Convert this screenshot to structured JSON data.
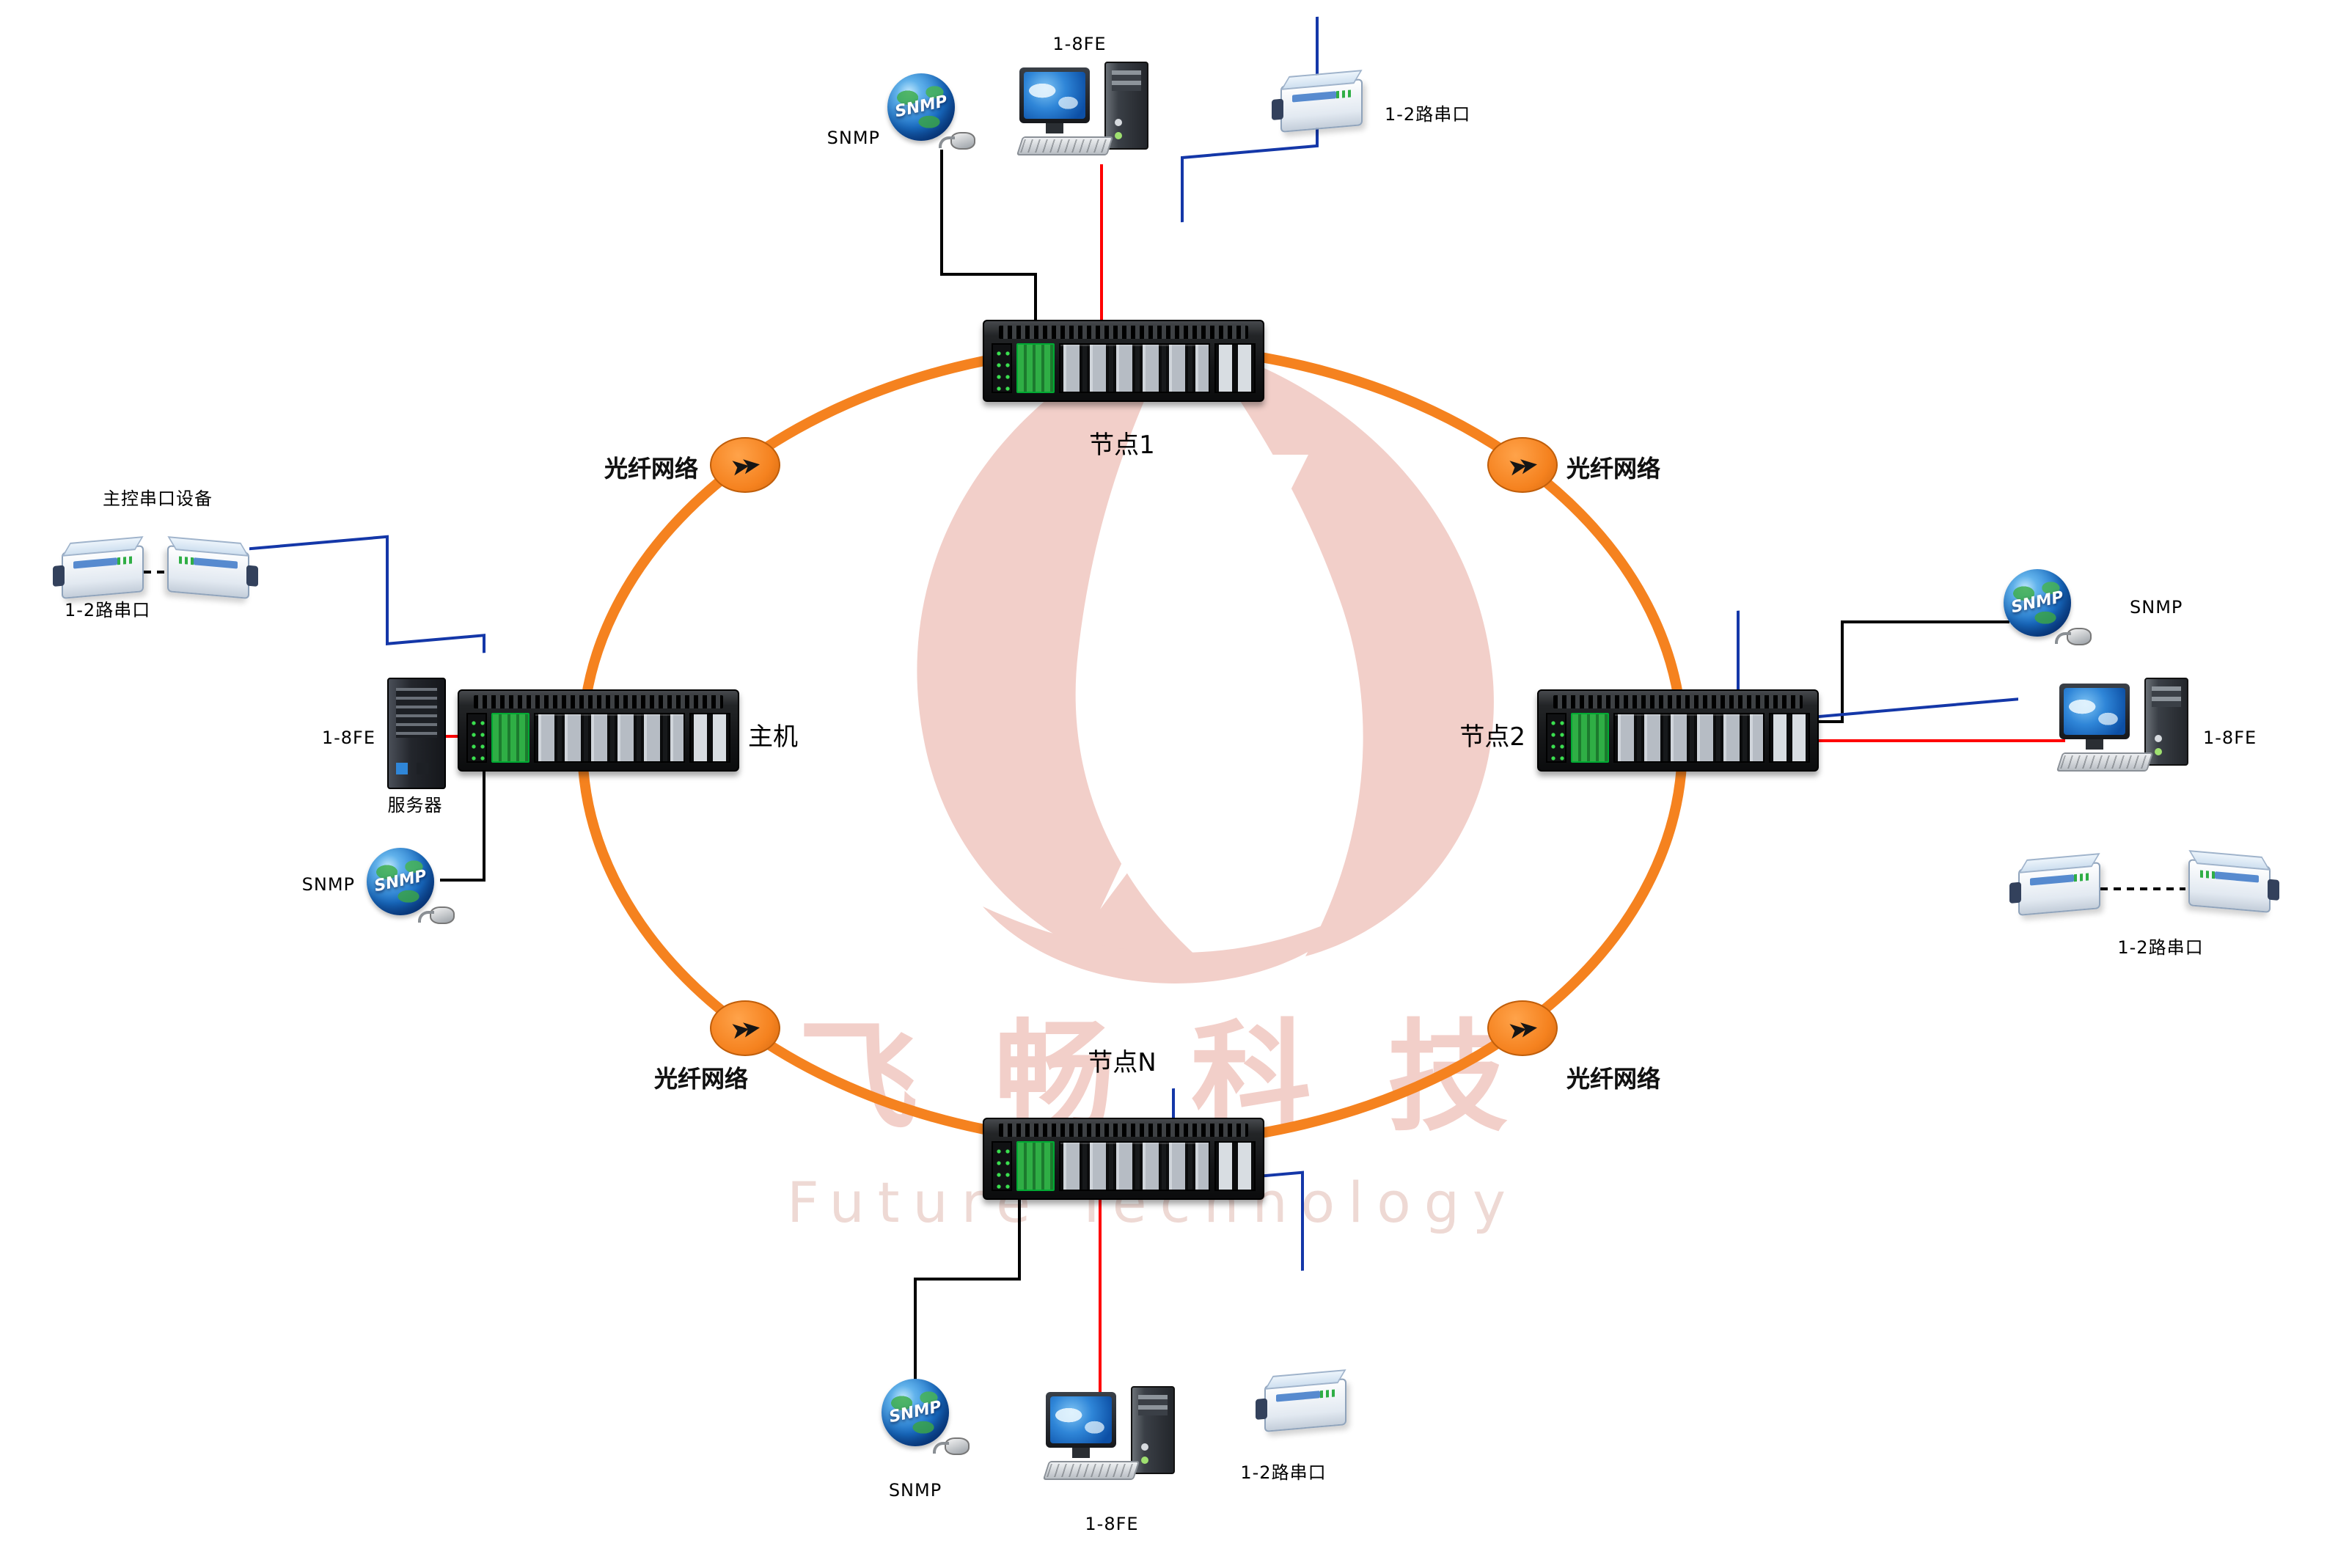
{
  "colors": {
    "ring": "#F5821F",
    "line_snmp": "#000000",
    "line_fe": "#FF0000",
    "line_serial": "#1437A8",
    "watermark": "#F2CFC9"
  },
  "watermark": {
    "brand": "飞畅科技",
    "subtitle": "Future Technology"
  },
  "labels": {
    "fiber": "光纤网络",
    "globe": "SNMP"
  },
  "icons": {
    "fiber_arrows": "➤➤"
  },
  "nodes": {
    "top": "节点1",
    "right": "节点2",
    "bottom": "节点N",
    "left": "主机"
  },
  "top_group": {
    "snmp": "SNMP",
    "fe": "1-8FE",
    "serial": "1-2路串口"
  },
  "right_group": {
    "snmp": "SNMP",
    "fe": "1-8FE",
    "serial": "1-2路串口"
  },
  "bottom_group": {
    "snmp": "SNMP",
    "fe": "1-8FE",
    "serial": "1-2路串口"
  },
  "left_group": {
    "title": "主控串口设备",
    "serial": "1-2路串口",
    "fe": "1-8FE",
    "server": "服务器",
    "snmp": "SNMP"
  }
}
